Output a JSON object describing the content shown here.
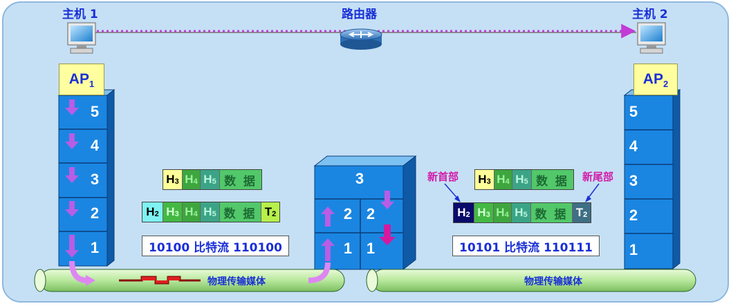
{
  "hosts": {
    "host1": "主机 1",
    "host2": "主机 2",
    "router": "路由器"
  },
  "ap": {
    "left_main": "AP",
    "left_sub": "1",
    "right_main": "AP",
    "right_sub": "2"
  },
  "layers": [
    "5",
    "4",
    "3",
    "2",
    "1"
  ],
  "router_stack": {
    "top": "3",
    "left_l2": "2",
    "right_l2": "2",
    "left_l1": "1",
    "right_l1": "1"
  },
  "pdu": {
    "h2": "H",
    "h3": "H",
    "h4": "H",
    "h5": "H",
    "t2": "T",
    "sub2": "2",
    "sub3": "3",
    "sub4": "4",
    "sub5": "5",
    "data": "数 据"
  },
  "bitstream": {
    "left": "10100 比特流 110100",
    "right": "10101 比特流 110111"
  },
  "labels": {
    "new_header": "新首部",
    "new_trailer": "新尾部"
  },
  "medium": {
    "label": "物理传输媒体"
  },
  "colors": {
    "background": "#c5e0f5",
    "layer_box": "#1a86e2",
    "medium": "#cdf0b8",
    "arrow_purple": "#c23bd6",
    "text_blue": "#1a2fd6",
    "text_magenta": "#d21ca9"
  }
}
